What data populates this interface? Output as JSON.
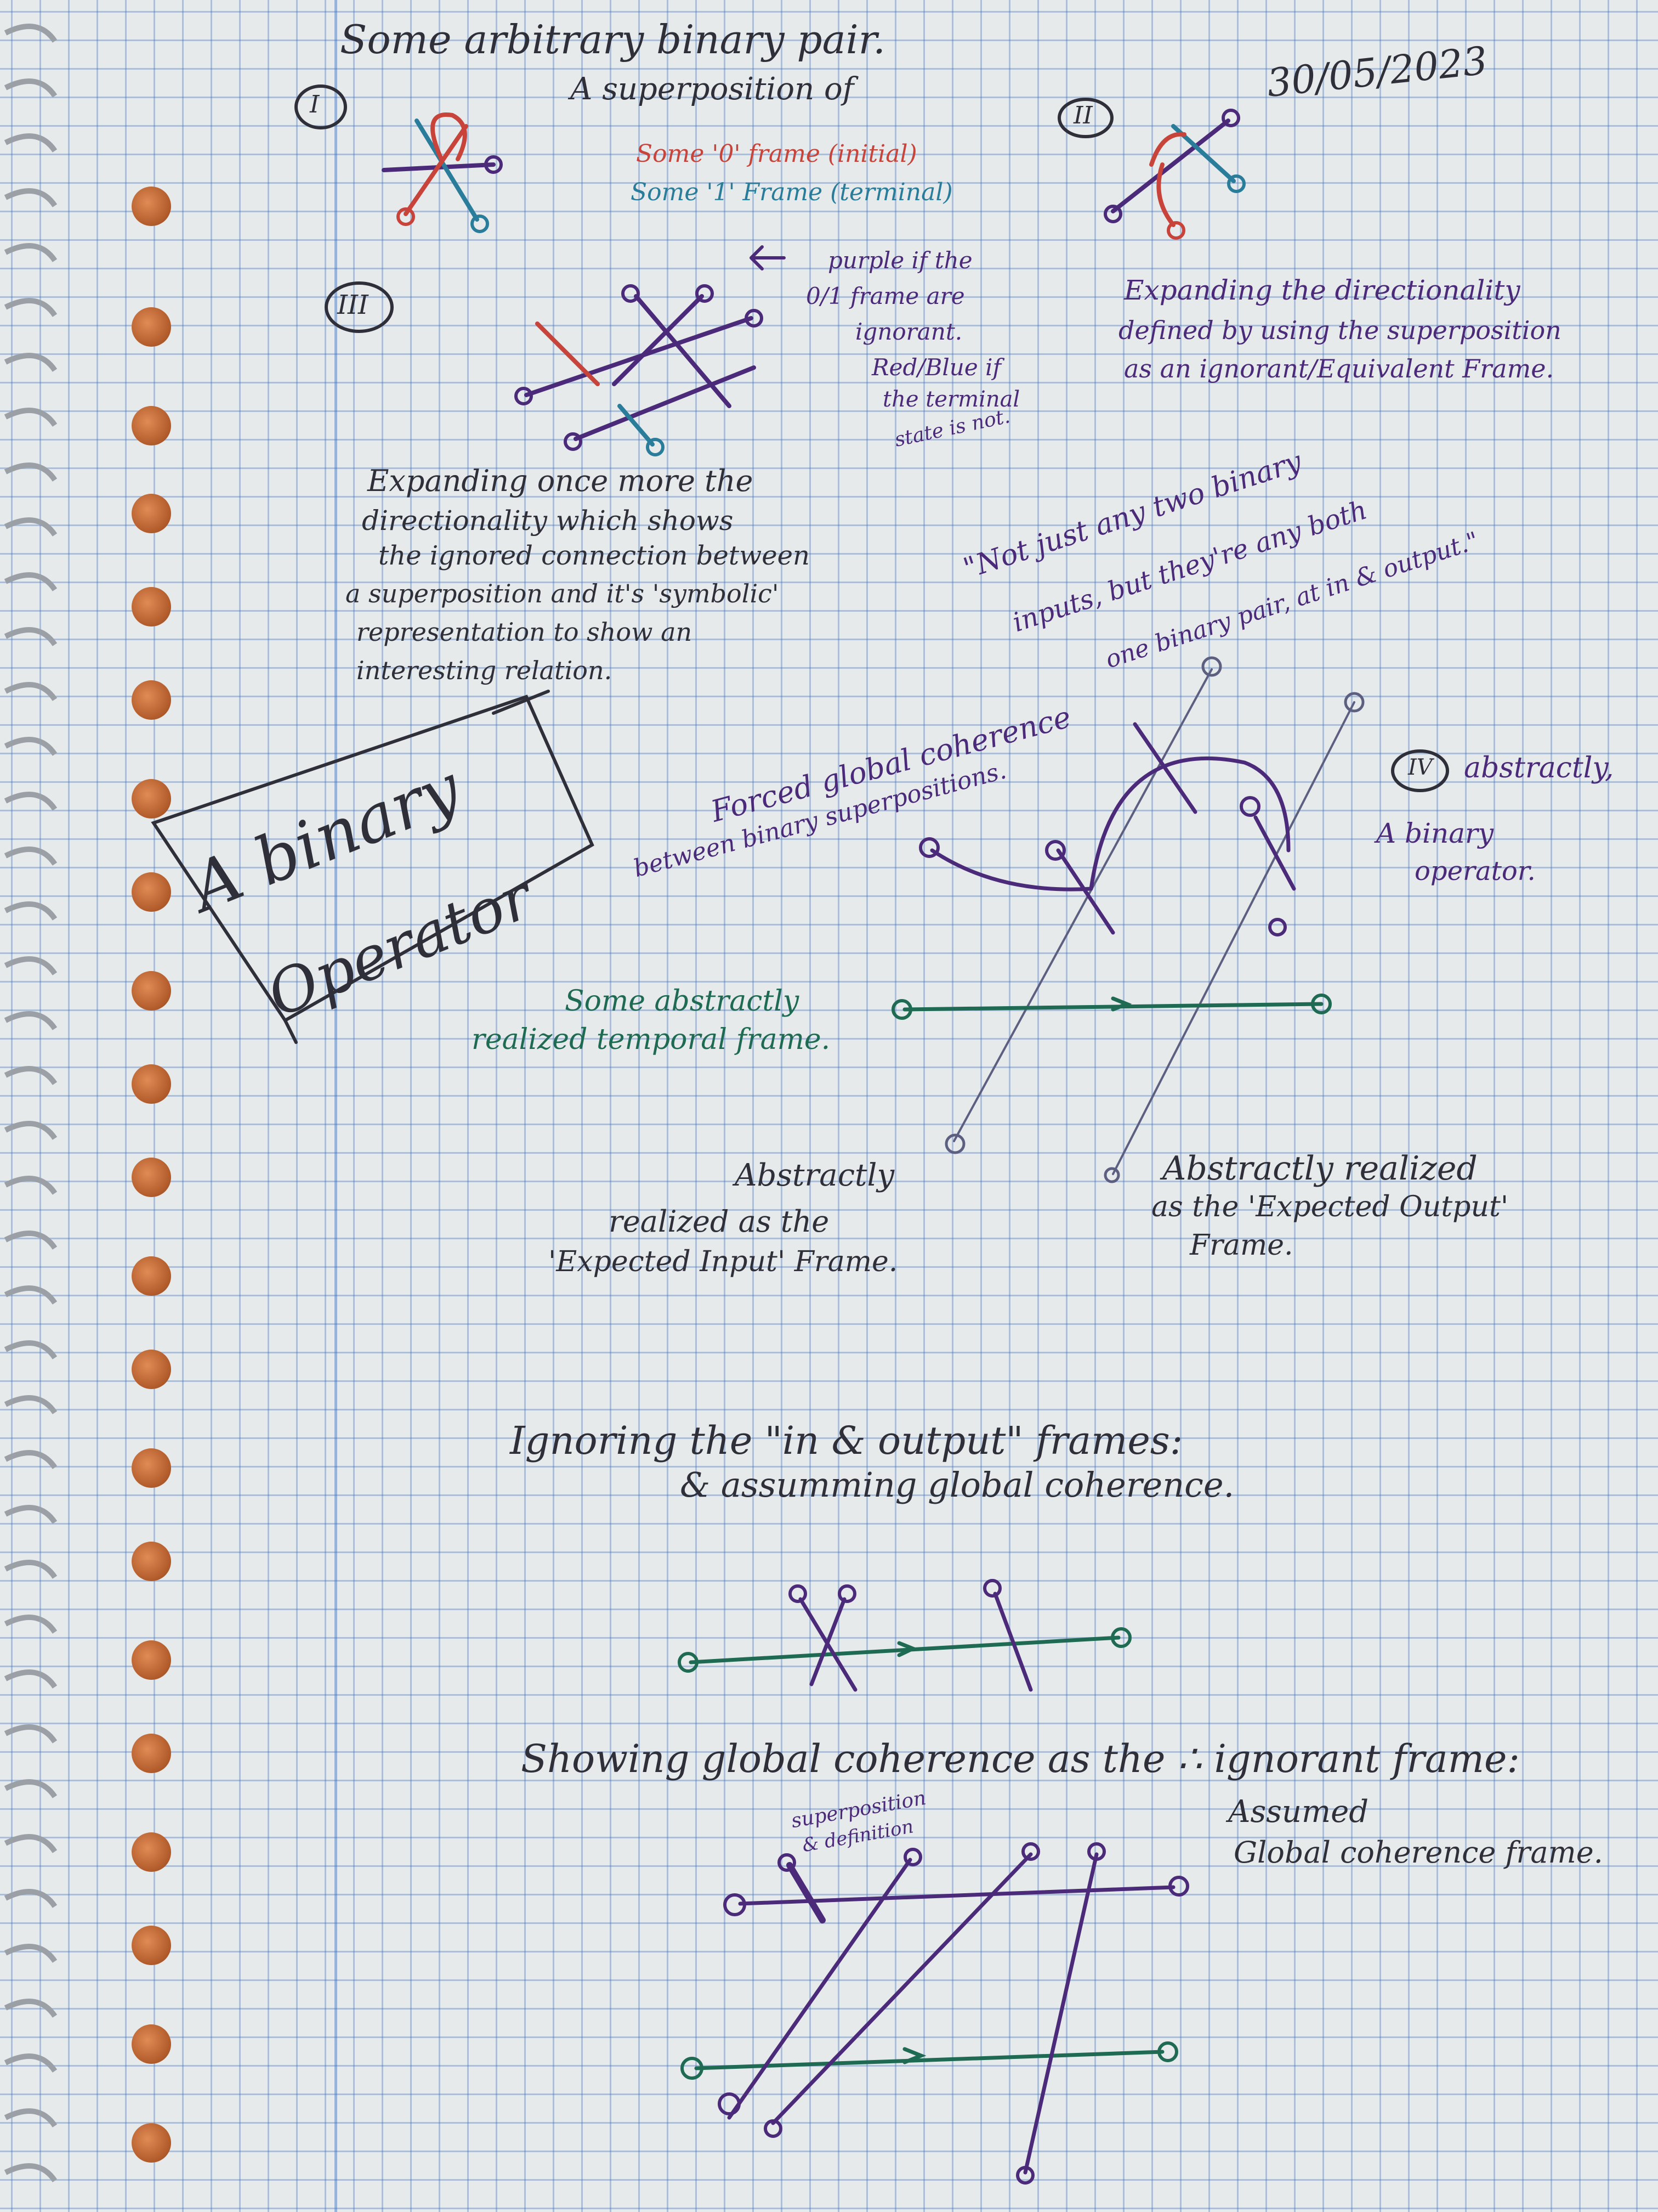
{
  "date": "30/05/2023",
  "heading": "Some arbitrary binary pair.",
  "superposition_heading": "A superposition of",
  "legend": {
    "red": "Some '0' frame (initial)",
    "blue": "Some '1' Frame (terminal)"
  },
  "labels": {
    "I": "I",
    "II": "II",
    "III": "III",
    "IV": "IV"
  },
  "note_III": {
    "line1": "purple if the",
    "line2": "0/1 frame are",
    "line3": "ignorant.",
    "line4": "Red/Blue if",
    "line5": "the terminal",
    "line6": "state is not."
  },
  "note_II": {
    "line1": "Expanding the directionality",
    "line2": "defined by using the superposition",
    "line3": "as an ignorant/Equivalent Frame."
  },
  "note_expanding": {
    "line1": "Expanding once more the",
    "line2": "directionality which shows",
    "line3": "the ignored connection between",
    "line4": "a superposition and it's 'symbolic'",
    "line5": "representation to show an",
    "line6": "interesting relation."
  },
  "quote": {
    "line1": "\"Not just any two binary",
    "line2": "inputs, but they're any both",
    "line3": "one binary pair, at in & output.\""
  },
  "forced": {
    "line1": "Forced global coherence",
    "line2": "between binary superpositions."
  },
  "boxed": {
    "line1": "A binary",
    "line2": "Operator"
  },
  "note_IV": {
    "line1": "abstractly,",
    "line2": "A binary",
    "line3": "operator."
  },
  "temporal": {
    "line1": "Some abstractly",
    "line2": "realized temporal frame."
  },
  "input_frame": {
    "line1": "Abstractly",
    "line2": "realized as the",
    "line3": "'Expected Input' Frame."
  },
  "output_frame": {
    "line1": "Abstractly realized",
    "line2": "as the 'Expected Output'",
    "line3": "Frame."
  },
  "ignoring": {
    "line1": "Ignoring the \"in & output\" frames:",
    "line2": "& assumming global coherence."
  },
  "showing": {
    "line1": "Showing global coherence as the ∴ ignorant frame:"
  },
  "superposition_tag": {
    "line1": "superposition",
    "line2": "& definition"
  },
  "assumed": {
    "line1": "Assumed",
    "line2": "Global coherence frame."
  },
  "ink_colors": {
    "black": "#2f2f3a",
    "purple": "#4b2a7a",
    "green": "#1f6a52",
    "red": "#c8433a",
    "teal": "#2a7d9a"
  }
}
